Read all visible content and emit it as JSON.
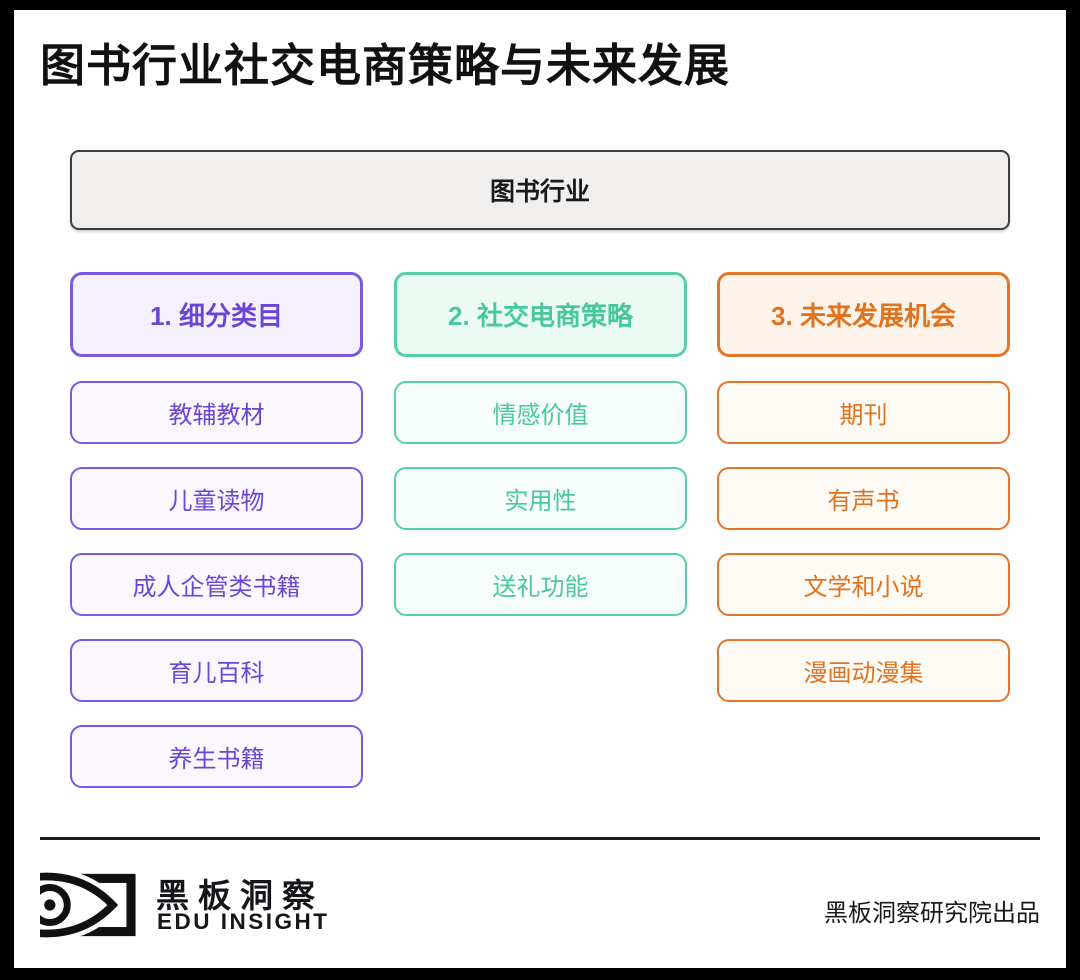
{
  "title": "图书行业社交电商策略与未来发展",
  "root": {
    "label": "图书行业"
  },
  "columns": [
    {
      "id": "subcategories",
      "header": "1. 细分类目",
      "accent_color": "#6b46d4",
      "border_color": "#7a58e0",
      "items": [
        "教辅教材",
        "儿童读物",
        "成人企管类书籍",
        "育儿百科",
        "养生书籍"
      ]
    },
    {
      "id": "social-ecommerce-strategies",
      "header": "2. 社交电商策略",
      "accent_color": "#49c8a0",
      "border_color": "#56cfa8",
      "items": [
        "情感价值",
        "实用性",
        "送礼功能"
      ]
    },
    {
      "id": "future-opportunities",
      "header": "3. 未来发展机会",
      "accent_color": "#e2731d",
      "border_color": "#e0762a",
      "items": [
        "期刊",
        "有声书",
        "文学和小说",
        "漫画动漫集"
      ]
    }
  ],
  "root_style": {
    "background": "#f0efee",
    "border_color": "#3e3e3e"
  },
  "frame_color": "#000000",
  "footer": {
    "logo_icon": "eye-logo-icon",
    "brand_cn": "黑板洞察",
    "brand_en": "EDU INSIGHT",
    "credit": "黑板洞察研究院出品"
  }
}
